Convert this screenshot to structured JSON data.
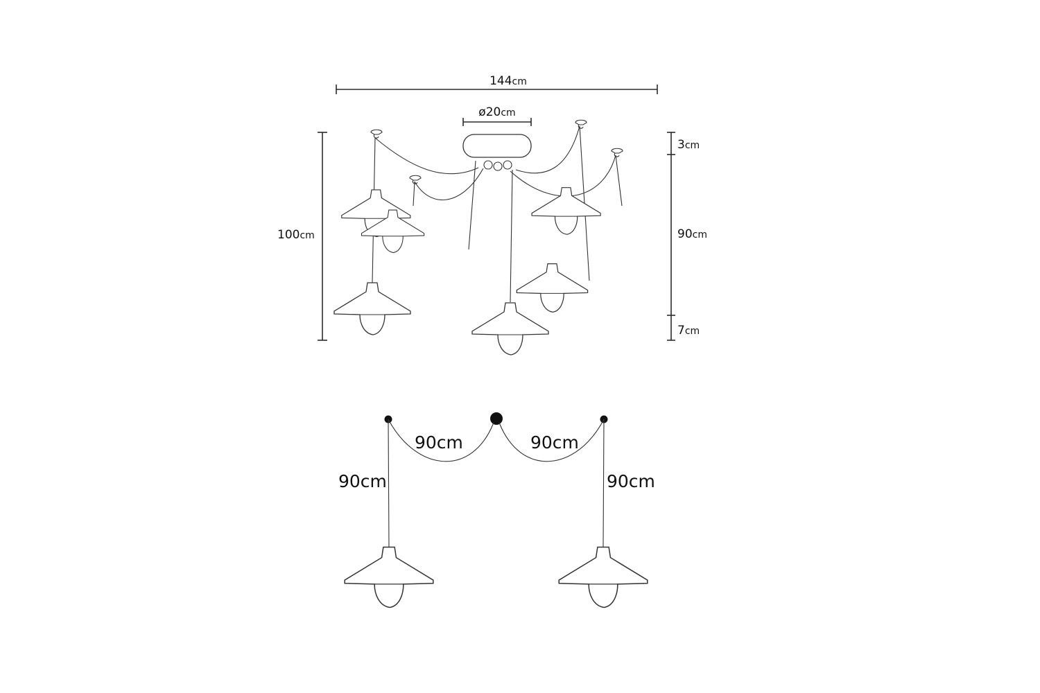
{
  "top_view": {
    "width_label": {
      "num": "144",
      "unit": "cm"
    },
    "diameter_label": {
      "num": "ø20",
      "unit": "cm"
    },
    "total_height_label": {
      "num": "100",
      "unit": "cm"
    },
    "canopy_height_label": {
      "num": "3",
      "unit": "cm"
    },
    "cable_length_label": {
      "num": "90",
      "unit": "cm"
    },
    "shade_height_label": {
      "num": "7",
      "unit": "cm"
    }
  },
  "bottom_view": {
    "left_arc_label": "90cm",
    "right_arc_label": "90cm",
    "left_drop_label": "90cm",
    "right_drop_label": "90cm"
  },
  "colors": {
    "line": "#2b2b2b",
    "background": "#ffffff"
  }
}
